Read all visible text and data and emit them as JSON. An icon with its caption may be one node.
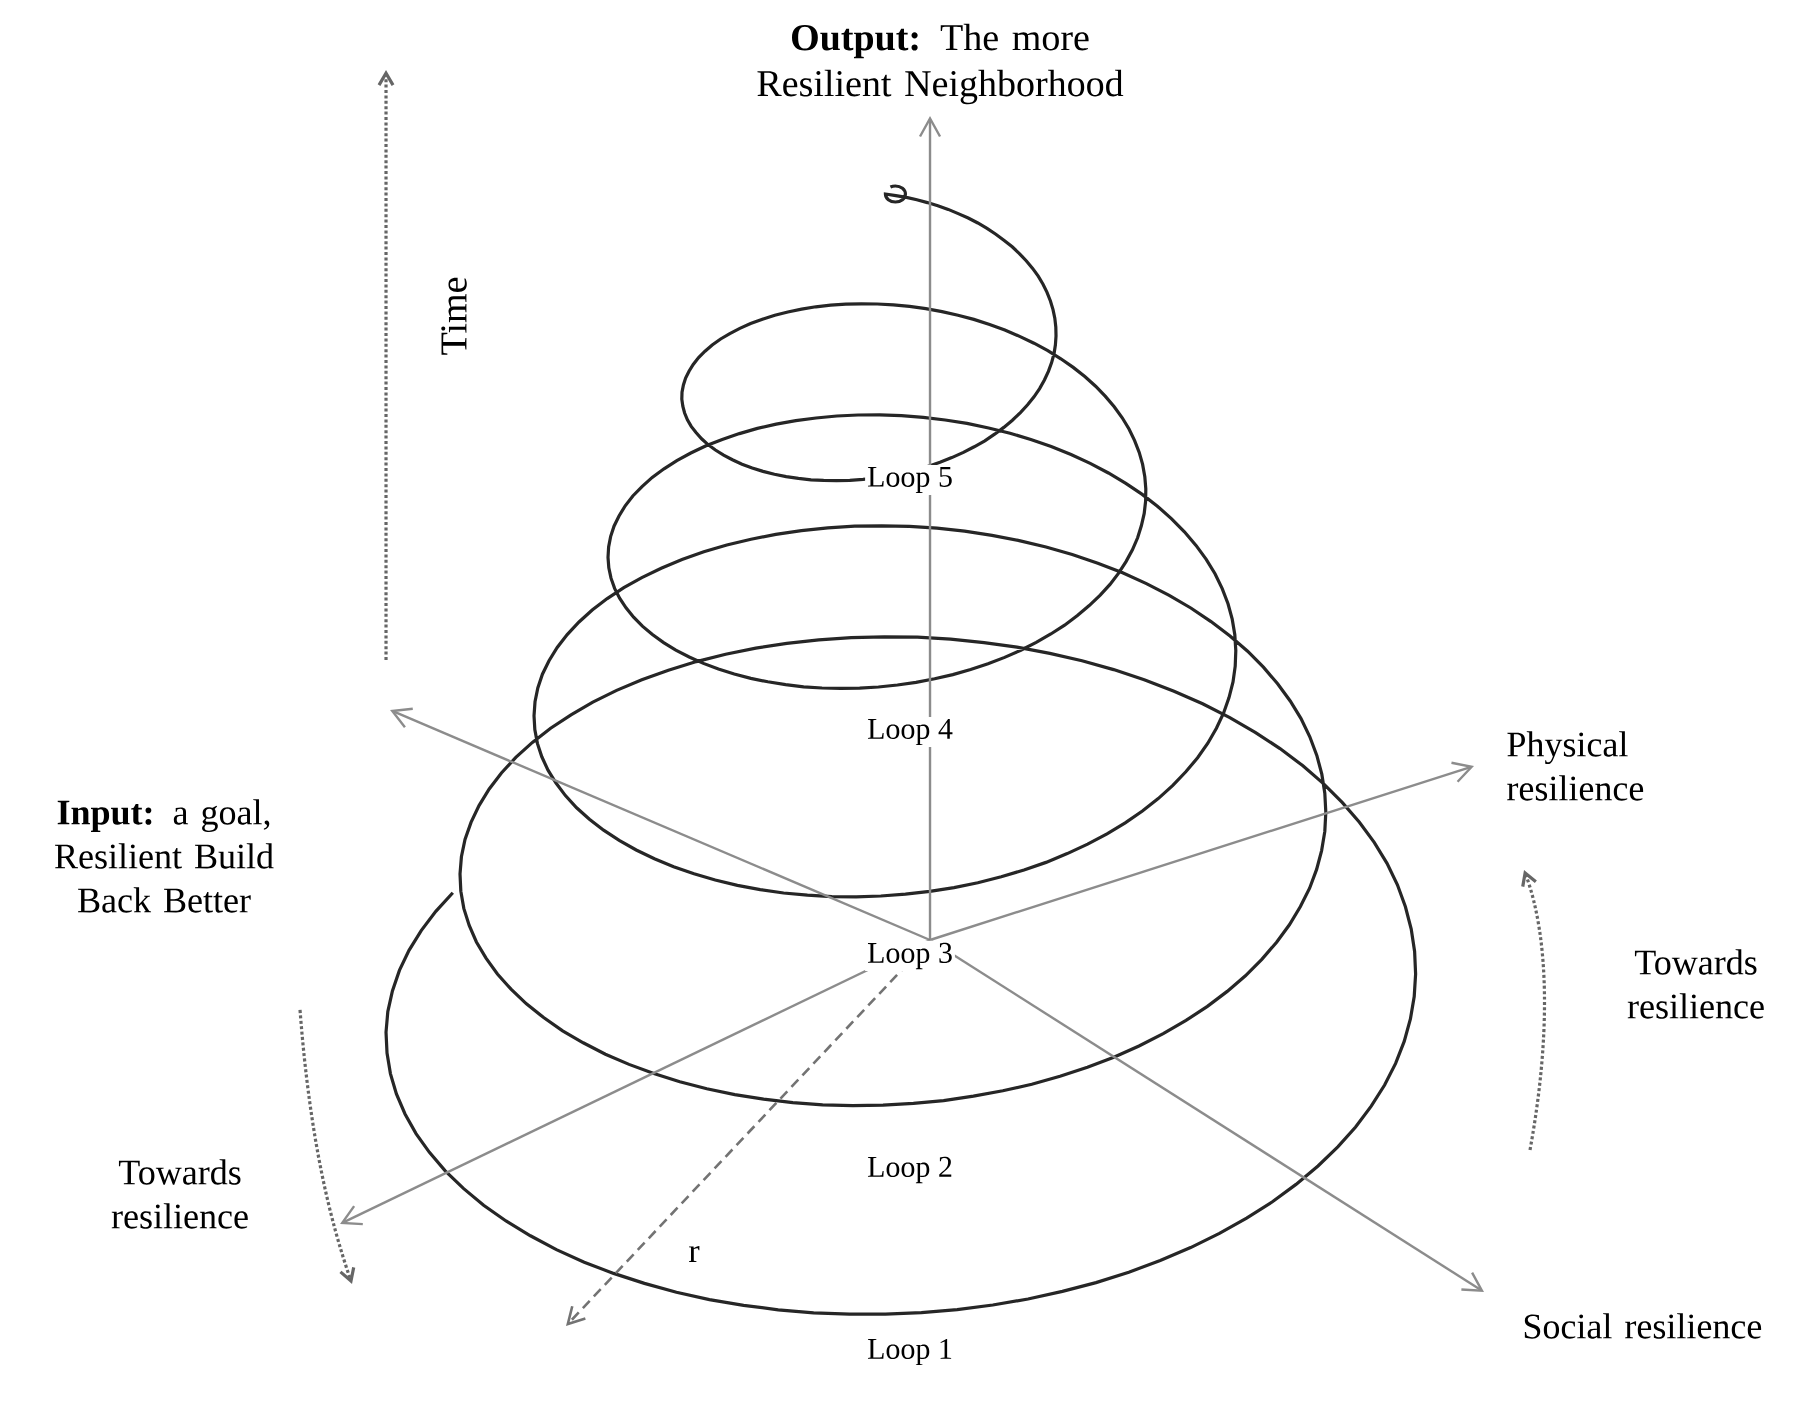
{
  "diagram": {
    "labels": [
      "**Output:** The more Resilient Neighborhood",
      "Time",
      "Loop 5",
      "Loop 4",
      "Physical resilience",
      "**Input:** a goal, Resilient Build Back Better",
      "Loop 3",
      "Towards resilience",
      "Towards resilience",
      "Loop 2",
      "r",
      "Social resilience",
      "Loop 1"
    ]
  }
}
